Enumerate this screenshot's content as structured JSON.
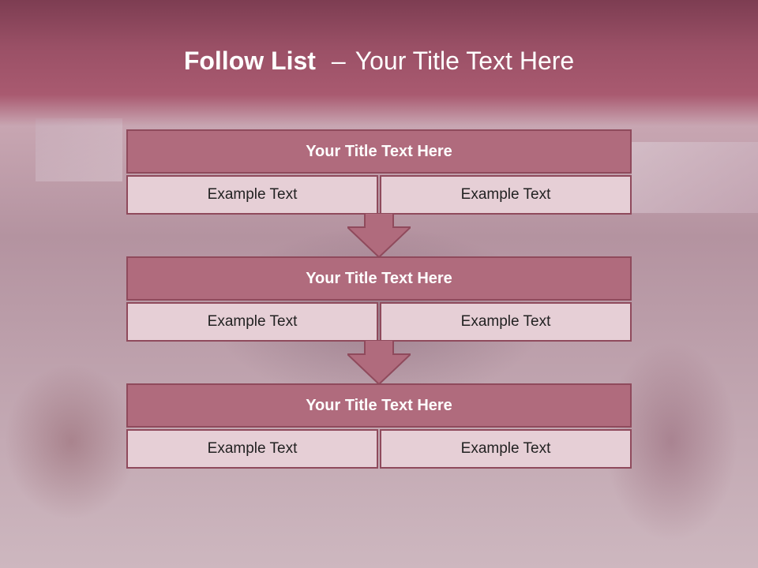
{
  "slide": {
    "title_bold": "Follow List",
    "title_separator": "–",
    "title_rest": "Your Title Text Here"
  },
  "blocks": [
    {
      "title": "Your Title Text Here",
      "cells": [
        "Example Text",
        "Example Text"
      ]
    },
    {
      "title": "Your Title Text Here",
      "cells": [
        "Example Text",
        "Example Text"
      ]
    },
    {
      "title": "Your Title Text Here",
      "cells": [
        "Example Text",
        "Example Text"
      ]
    }
  ],
  "colors": {
    "header": "#9a5066",
    "block_title": "#b06b7d",
    "block_cell": "#e6cfd6",
    "border": "#8f4a5c"
  }
}
